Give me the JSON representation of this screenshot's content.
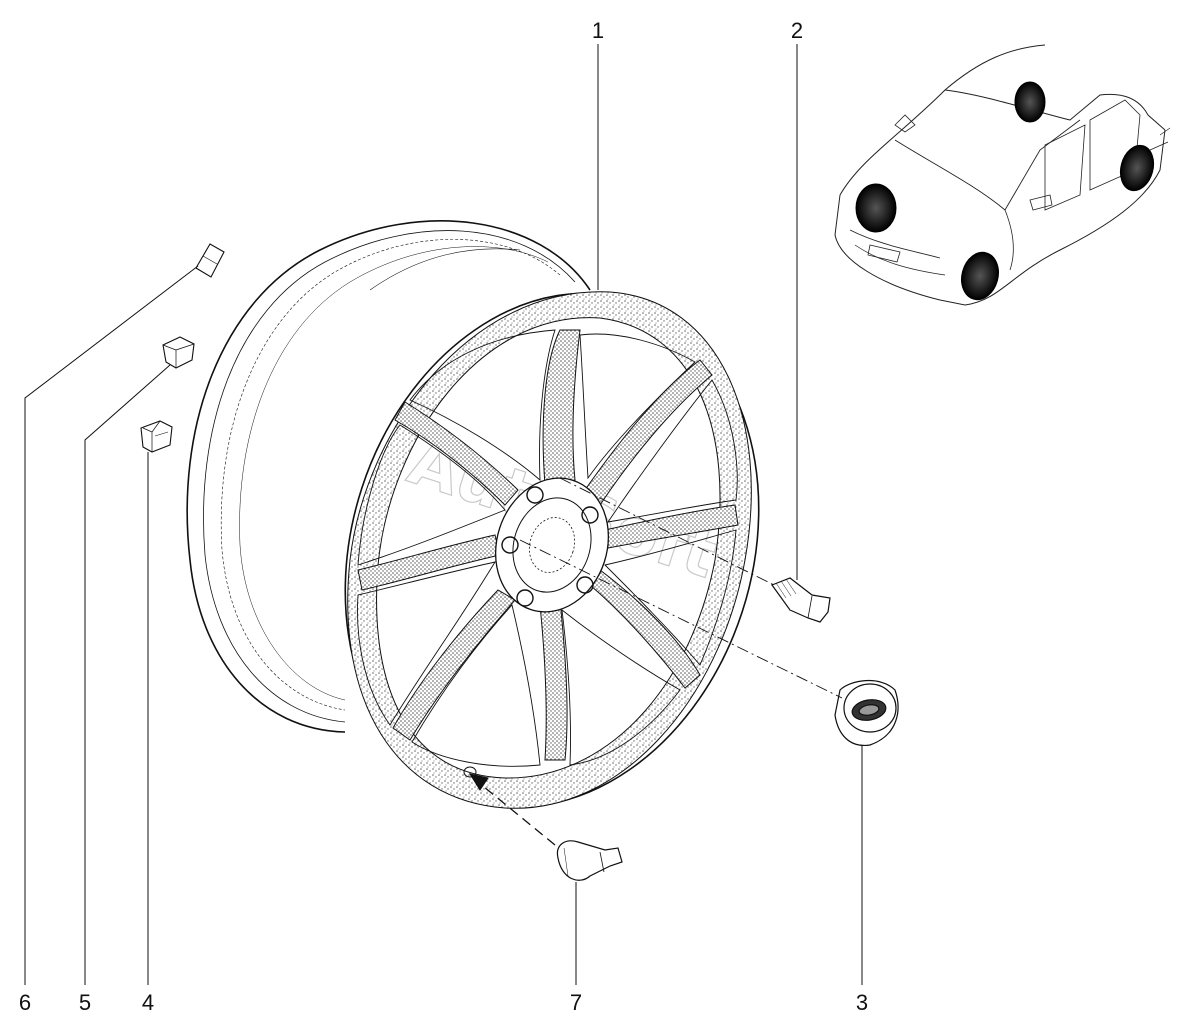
{
  "diagram": {
    "callouts": [
      {
        "id": "1",
        "label": "1"
      },
      {
        "id": "2",
        "label": "2"
      },
      {
        "id": "3",
        "label": "3"
      },
      {
        "id": "4",
        "label": "4"
      },
      {
        "id": "5",
        "label": "5"
      },
      {
        "id": "6",
        "label": "6"
      },
      {
        "id": "7",
        "label": "7"
      }
    ],
    "watermark": "AutoSoft",
    "colors": {
      "line": "#111111",
      "stipple": "#777777",
      "background": "#ffffff"
    }
  }
}
